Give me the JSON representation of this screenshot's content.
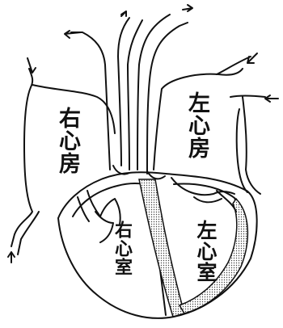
{
  "labels": {
    "right_atrium": "右心房",
    "left_atrium": "左心房",
    "right_ventricle": "右心室",
    "left_ventricle": "左心室"
  },
  "colors": {
    "ink": "#111111",
    "septum_fill": "#dcdcdc"
  }
}
